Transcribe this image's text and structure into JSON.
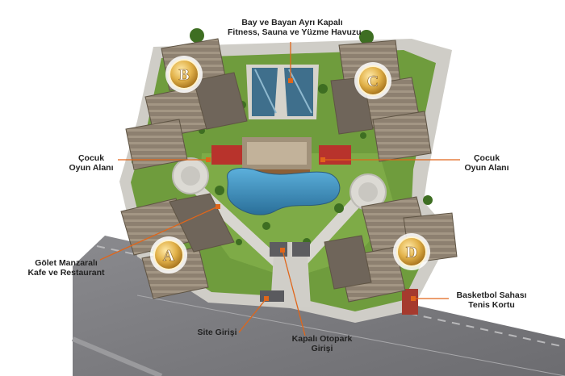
{
  "colors": {
    "accent": "#e0661a",
    "lawn": "#6c9a3a",
    "pool": "#3b8ab8",
    "building_roof": "#8b7c66",
    "road": "#7c7c80",
    "plaza": "#d8d6d0",
    "badge_gold": "#d6a437"
  },
  "blocks": [
    {
      "letter": "A"
    },
    {
      "letter": "B"
    },
    {
      "letter": "C"
    },
    {
      "letter": "D"
    }
  ],
  "labels": {
    "fitness": {
      "line1": "Bay ve Bayan Ayrı Kapalı",
      "line2": "Fitness, Sauna ve Yüzme Havuzu"
    },
    "playground_left": {
      "line1": "Çocuk",
      "line2": "Oyun Alanı"
    },
    "playground_right": {
      "line1": "Çocuk",
      "line2": "Oyun Alanı"
    },
    "cafe": {
      "line1": "Gölet Manzaralı",
      "line2": "Kafe ve Restaurant"
    },
    "basketball": {
      "line1": "Basketbol Sahası",
      "line2": "Tenis Kortu"
    },
    "site_entrance": {
      "line1": "Site Girişi"
    },
    "parking": {
      "line1": "Kapalı Otopark",
      "line2": "Girişi"
    }
  }
}
